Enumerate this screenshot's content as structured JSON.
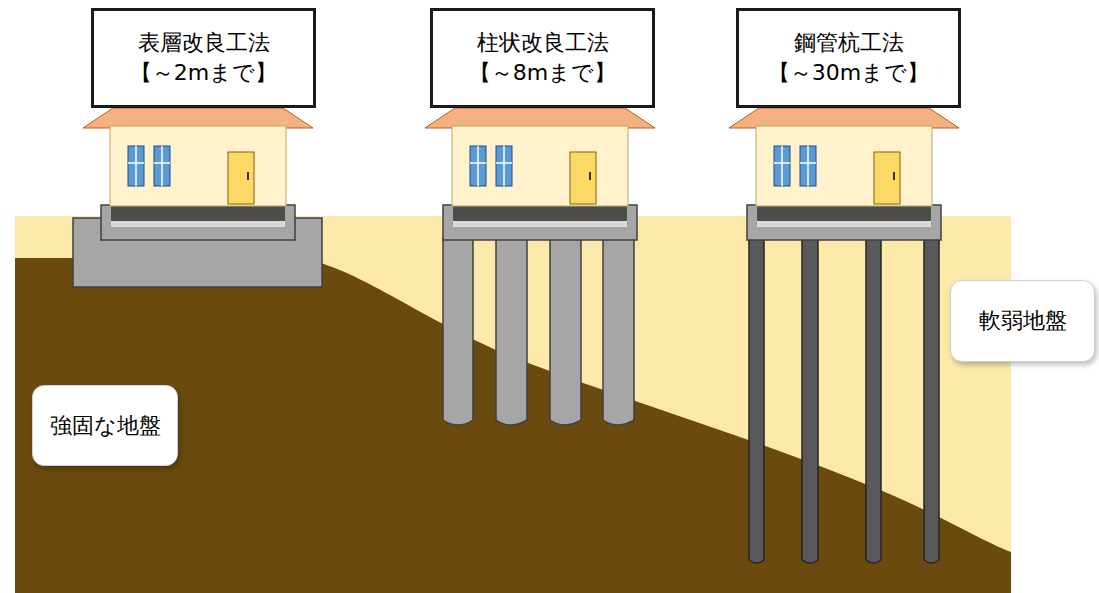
{
  "diagram": {
    "nodes": [
      {
        "text": [
          "表層改良工法",
          "【～2mまで】"
        ]
      },
      {
        "text": [
          "柱状改良工法",
          "【～8mまで】"
        ]
      },
      {
        "text": [
          "鋼管杭工法",
          "【～30mまで】"
        ]
      },
      {
        "text": [
          "軟弱地盤"
        ]
      },
      {
        "text": [
          "強固な地盤"
        ]
      }
    ]
  }
}
